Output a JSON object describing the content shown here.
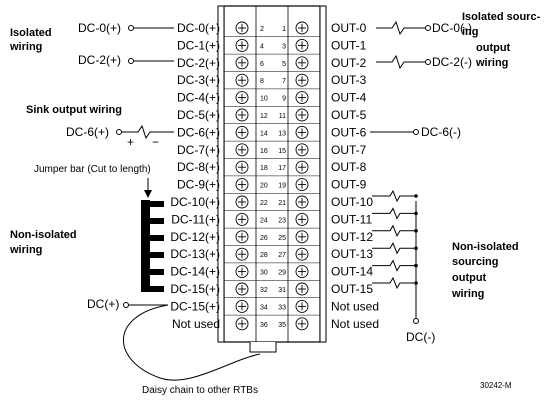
{
  "left_terminals": [
    "DC-0(+)",
    "DC-1(+)",
    "DC-2(+)",
    "DC-3(+)",
    "DC-4(+)",
    "DC-5(+)",
    "DC-6(+)",
    "DC-7(+)",
    "DC-8(+)",
    "DC-9(+)",
    "DC-10(+)",
    "DC-11(+)",
    "DC-12(+)",
    "DC-13(+)",
    "DC-14(+)",
    "DC-15(+)",
    "DC-15(+)",
    "Not used"
  ],
  "right_terminals": [
    "OUT-0",
    "OUT-1",
    "OUT-2",
    "OUT-3",
    "OUT-4",
    "OUT-5",
    "OUT-6",
    "OUT-7",
    "OUT-8",
    "OUT-9",
    "OUT-10",
    "OUT-11",
    "OUT-12",
    "OUT-13",
    "OUT-14",
    "OUT-15",
    "Not used",
    "Not used"
  ],
  "left_pins": [
    "2",
    "4",
    "6",
    "8",
    "10",
    "12",
    "14",
    "16",
    "18",
    "20",
    "22",
    "24",
    "26",
    "28",
    "30",
    "32",
    "34",
    "36"
  ],
  "right_pins": [
    "1",
    "3",
    "5",
    "7",
    "9",
    "11",
    "13",
    "15",
    "17",
    "19",
    "21",
    "23",
    "25",
    "27",
    "29",
    "31",
    "33",
    "35"
  ],
  "labels": {
    "isolated_wiring_l1": "Isolated",
    "isolated_wiring_l2": "wiring",
    "sink_output": "Sink output wiring",
    "jumper_bar": "Jumper bar (Cut to length)",
    "non_isolated_l1": "Non-isolated",
    "non_isolated_l2": "wiring",
    "isolated_sourcing_l1": "Isolated sourc-",
    "isolated_sourcing_l2": "ing",
    "isolated_sourcing_l3": "output",
    "isolated_sourcing_l4": "wiring",
    "non_isolated_sourcing_l1": "Non-isolated",
    "non_isolated_sourcing_l2": "sourcing",
    "non_isolated_sourcing_l3": "output",
    "non_isolated_sourcing_l4": "wiring",
    "daisy_chain": "Daisy chain to other RTBs",
    "figure_id": "30242-M"
  },
  "source_labels": {
    "left_dc0": "DC-0(+)",
    "left_dc2": "DC-2(+)",
    "left_dc6": "DC-6(+)",
    "left_dc_plus": "DC(+)",
    "plus_sign": "+",
    "minus_sign": "−",
    "right_dc0": "DC-0(-)",
    "right_dc2": "DC-2(-)",
    "right_dc6": "DC-6(-)",
    "right_dc_minus": "DC(-)"
  }
}
